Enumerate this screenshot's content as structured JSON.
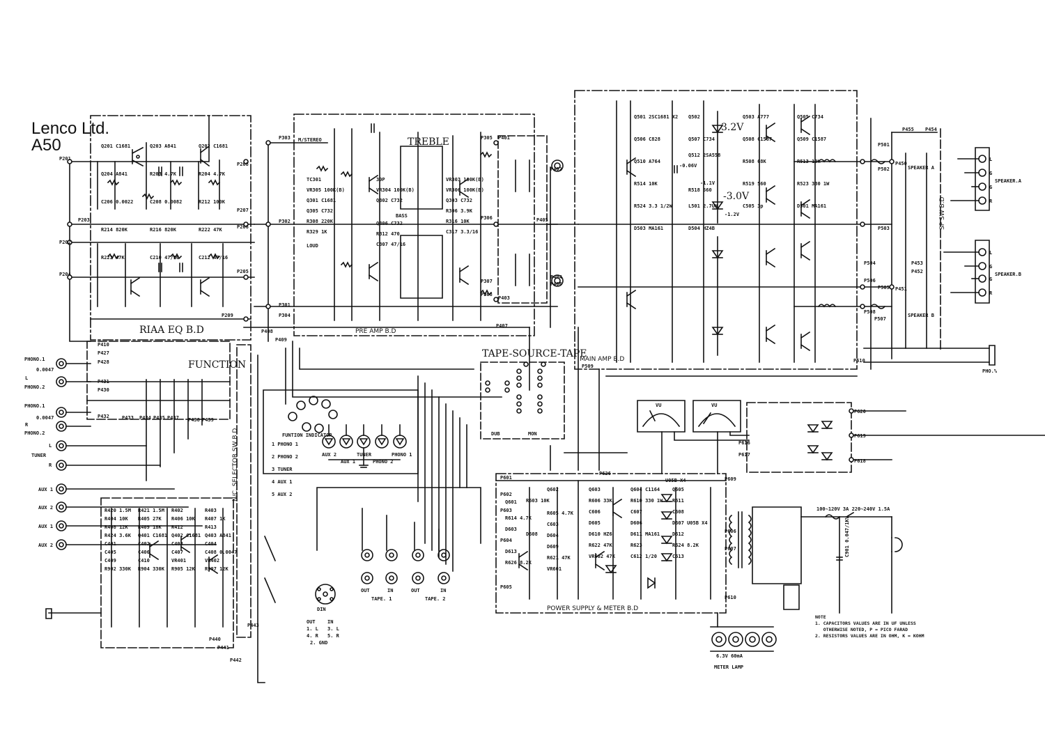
{
  "header": {
    "company": "Lenco Ltd.",
    "model": "A50"
  },
  "boards": {
    "riaa": "RIAA EQ B.D",
    "preamp": "PRE AMP B.D",
    "mainamp": "MAIN AMP B.D",
    "power": "POWER SUPPLY & METER B.D",
    "selector": "N/C, SELECTOR SW B.D",
    "spsw": "SP SW B.D",
    "function": "FUNCTION",
    "tape_source": "TAPE-SOURCE-TAPE",
    "dub": "DUB",
    "mon": "MON",
    "stereo": "M/STEREO",
    "treble": "TREBLE",
    "bass": "BASS",
    "loud": "LOUD"
  },
  "inputs": {
    "phono_l_1": "PHONO.1",
    "phono_l_2": "PHONO.2",
    "phono_r_1": "PHONO.1",
    "phono_r_2": "PHONO.2",
    "phono_cap_l": "0.0047",
    "phono_cap_r": "0.0047",
    "ch_l": "L",
    "ch_r": "R",
    "tuner": "TUNER",
    "aux1_l": "AUX 1",
    "aux2_l": "AUX 2",
    "aux1_r": "AUX 1",
    "aux2_r": "AUX 2"
  },
  "function_legend": [
    "1 PHONO 1",
    "2 PHONO 2",
    "3 TUNER",
    "4 AUX 1",
    "5 AUX 2"
  ],
  "indicators": {
    "label": "FUNTION INDICATOR",
    "leds": [
      "AUX 2",
      "AUX 1",
      "TUNER",
      "PHONO 2",
      "PHONO 1"
    ]
  },
  "tape": {
    "din": "DIN",
    "din_pins": [
      "OUT",
      "IN",
      "1. L",
      "3. L",
      "4. R",
      "5. R",
      "2. GND"
    ],
    "tape1": "TAPE. 1",
    "tape2": "TAPE. 2",
    "jacks": [
      "OUT",
      "IN",
      "OUT",
      "IN"
    ]
  },
  "speakers": {
    "a_label": "SPEAKER.A",
    "b_label": "SPEAKER.B",
    "switch_a": "SPEAKER A",
    "switch_b": "SPEAKER B",
    "terminals": [
      "L",
      "G",
      "G",
      "R"
    ],
    "phones": "PHO.%"
  },
  "meters": {
    "left": "VU",
    "right": "VU",
    "lamp": "METER LAMP",
    "lamp_rating": "6.3V 60mA"
  },
  "power": {
    "mains": "100~120V 3A 220~240V 1.5A",
    "cap": "C901 0.047/1KV",
    "bridge": "U05B X4"
  },
  "voltages": [
    "3.2V",
    "-3.0V",
    "-1.2V",
    "-1.1V",
    "-0.06V",
    "-1.1V"
  ],
  "connectors": [
    "P201",
    "P202",
    "P203",
    "P204",
    "P205",
    "P206",
    "P207",
    "P208",
    "P209",
    "P301",
    "P302",
    "P303",
    "P304",
    "P305",
    "P306",
    "P307",
    "P308",
    "P401",
    "P402",
    "P403",
    "P404",
    "P405",
    "P406",
    "P407",
    "P408",
    "P409",
    "P410",
    "P427",
    "P428",
    "P430",
    "P431",
    "P432",
    "P433",
    "P434",
    "P435",
    "P437",
    "P438",
    "P439",
    "P440",
    "P441",
    "P442",
    "P443",
    "P450",
    "P451",
    "P452",
    "P453",
    "P454",
    "P455",
    "P501",
    "P502",
    "P503",
    "P504",
    "P505",
    "P506",
    "P507",
    "P508",
    "P509",
    "P510",
    "P601",
    "P602",
    "P603",
    "P604",
    "P605",
    "P606",
    "P607",
    "P609",
    "P610",
    "P616",
    "P617",
    "P618",
    "P619",
    "P620",
    "P626"
  ],
  "components": {
    "riaa": [
      "Q201 C1681",
      "Q203 A841",
      "Q202 C1681",
      "Q204 A841",
      "R203 4.7K",
      "R204 4.7K",
      "C206 0.0022",
      "C208 0.0082",
      "R212 100K",
      "R214 820K",
      "R216 820K",
      "R222 47K",
      "R223 47K",
      "C210 47/16",
      "C212 47/16"
    ],
    "preamp": [
      "TC301",
      "30P",
      "VR303 100K(B)",
      "VR305 100K(B)",
      "VR304 100K(B)",
      "VR306 100K(B)",
      "Q301 C1681",
      "Q302 C732",
      "Q303 C732",
      "Q305 C732",
      "Q306 C732",
      "R306 3.9K",
      "R308 220K",
      "R312 470",
      "R316 10K",
      "R329 1K",
      "C307 47/16",
      "C317 3.3/16"
    ],
    "main": [
      "Q501 2SC1681 X2",
      "Q502",
      "Q503 A777",
      "Q505 C734",
      "Q506 C828",
      "Q507 C734",
      "Q508 C1587",
      "Q509 C1587",
      "Q510 A764",
      "Q512 2SA558",
      "R508 68K",
      "R513 10K",
      "R514 10K",
      "R518 560",
      "R519 560",
      "R523 330 1W",
      "R524 3.3 1/2W",
      "L501 2.7UH",
      "C505 3p",
      "D501 MA161",
      "D503 MA161",
      "D504 HZ4B"
    ],
    "power": [
      "Q601",
      "Q602",
      "Q603",
      "Q604 C1164",
      "Q605",
      "R603 10K",
      "R605 4.7K",
      "R606 33K",
      "R610 330 1W",
      "R611",
      "R614 4.7K",
      "C603",
      "C606",
      "C607",
      "C608",
      "D603",
      "D604",
      "D605",
      "D606",
      "D607 U05B X4",
      "D608",
      "D609",
      "D610 HZ6",
      "D611 MA161",
      "D612",
      "D613",
      "R621 47K",
      "R622 47K",
      "R623",
      "R624 8.2K",
      "R626 8.2K",
      "VR601",
      "VR602 47K",
      "C612 1/20",
      "C613"
    ],
    "selector": [
      "R420 1.5M",
      "R421 1.5M",
      "R402",
      "R403",
      "R404 10K",
      "R405 27K",
      "R406 10K",
      "R407 1K",
      "R408 12K",
      "R409 18K",
      "R412",
      "R413",
      "R424 3.6K",
      "Q401 C1681",
      "Q402 C1681",
      "Q403 A841",
      "C401",
      "C402",
      "C403",
      "C404",
      "C405",
      "C406",
      "C407",
      "C408 0.0047",
      "C409",
      "C410",
      "VR401",
      "VR402",
      "R902 330K",
      "R904 330K",
      "R905 12K",
      "R907 12K"
    ]
  },
  "notes": {
    "heading": "NOTE",
    "lines": [
      "1. CAPACITORS VALUES ARE IN UF UNLESS",
      "   OTHERWISE NOTED, P = PICO FARAD",
      "2. RESISTORS VALUES ARE IN OHM, K = KOHM"
    ]
  }
}
